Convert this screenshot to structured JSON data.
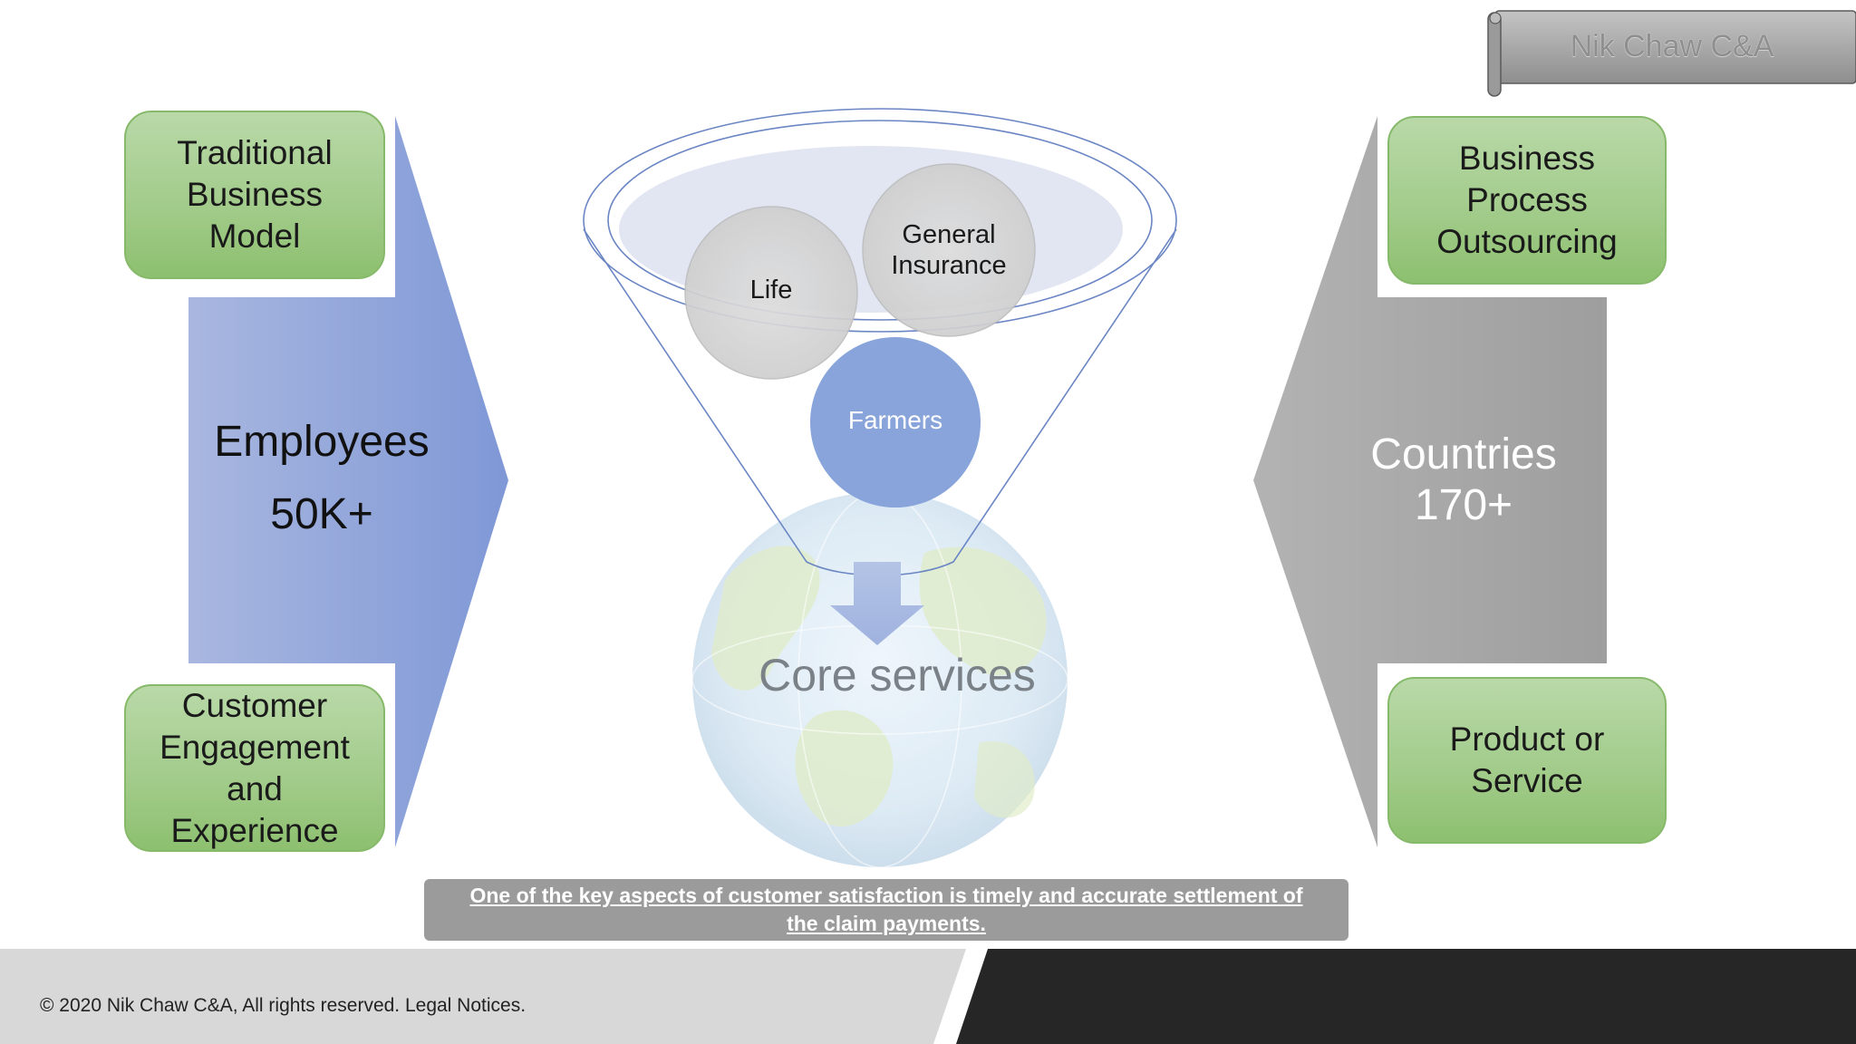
{
  "left_boxes": {
    "top": "Traditional\nBusiness\nModel",
    "bottom": "Customer\nEngagement\nand\nExperience"
  },
  "left_arrow": {
    "line1": "Employees",
    "line2": "50K+",
    "color": "#8aa2d8"
  },
  "right_boxes": {
    "top": "Business\nProcess\nOutsourcing",
    "bottom": "Product or\nService"
  },
  "right_arrow": {
    "line1": "Countries",
    "line2": "170+",
    "color": "#a5a5a5"
  },
  "funnel": {
    "circle_life": "Life",
    "circle_general": "General\nInsurance",
    "circle_farmers": "Farmers",
    "globe_label": "Core services"
  },
  "scroll_badge": "Nik Chaw C&A",
  "banner_text": "One of the key aspects of customer satisfaction is timely and accurate settlement of the claim payments.",
  "footer_text": "© 2020 Nik Chaw C&A, All rights reserved. Legal Notices.",
  "colors": {
    "green_box": "#a3cc8c",
    "blue_arrow": "#8aa2d8",
    "gray_arrow": "#a5a5a5",
    "footer_dark": "#262626",
    "footer_light": "#d8d8d8"
  }
}
